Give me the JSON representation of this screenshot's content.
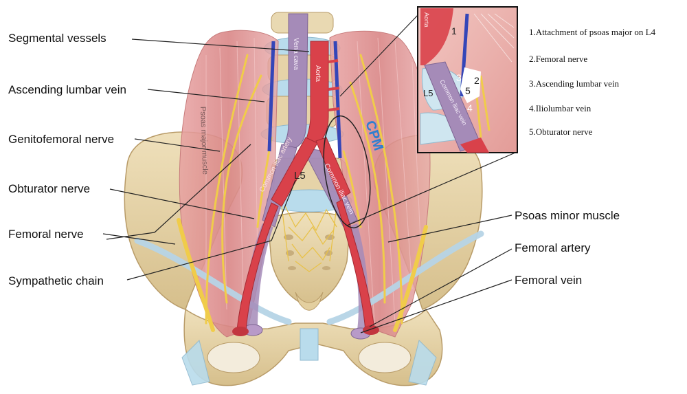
{
  "labels": {
    "segmental_vessels": "Segmental vessels",
    "ascending_lumbar_vein": "Ascending lumbar vein",
    "genitofemoral_nerve": "Genitofemoral nerve",
    "obturator_nerve": "Obturator nerve",
    "femoral_nerve": "Femoral nerve",
    "sympathetic_chain": "Sympathetic chain",
    "psoas_minor_muscle": "Psoas minor muscle",
    "femoral_artery": "Femoral artery",
    "femoral_vein": "Femoral vein"
  },
  "legend": [
    "1.Attachment of psoas major on L4",
    "2.Femoral nerve",
    "3.Ascending lumbar vein",
    "4.Iliolumbar vein",
    "5.Obturator nerve"
  ],
  "image_text": {
    "vena_cava": "Vena cava",
    "aorta": "Aorta",
    "common_iliac_artery": "Common iliac artery",
    "common_iliac_vein": "Common iliac vein",
    "l5": "L5",
    "cpm": "CPM",
    "psoas_major_muscle": "Psoas major muscle",
    "inset_aorta": "Aorta",
    "inset_l5": "L5",
    "inset_common_iliac_vein": "Common iliac vein",
    "inset_numbers": [
      "1",
      "2",
      "3",
      "4",
      "5"
    ]
  },
  "colors": {
    "muscle": "#e8a3a3",
    "artery": "#d9414a",
    "vein": "#a58bb8",
    "nerve": "#f0d060",
    "bone": "#e6d3a8",
    "cartilage": "#a9d3e6",
    "cpm": "#2f7fd0"
  }
}
